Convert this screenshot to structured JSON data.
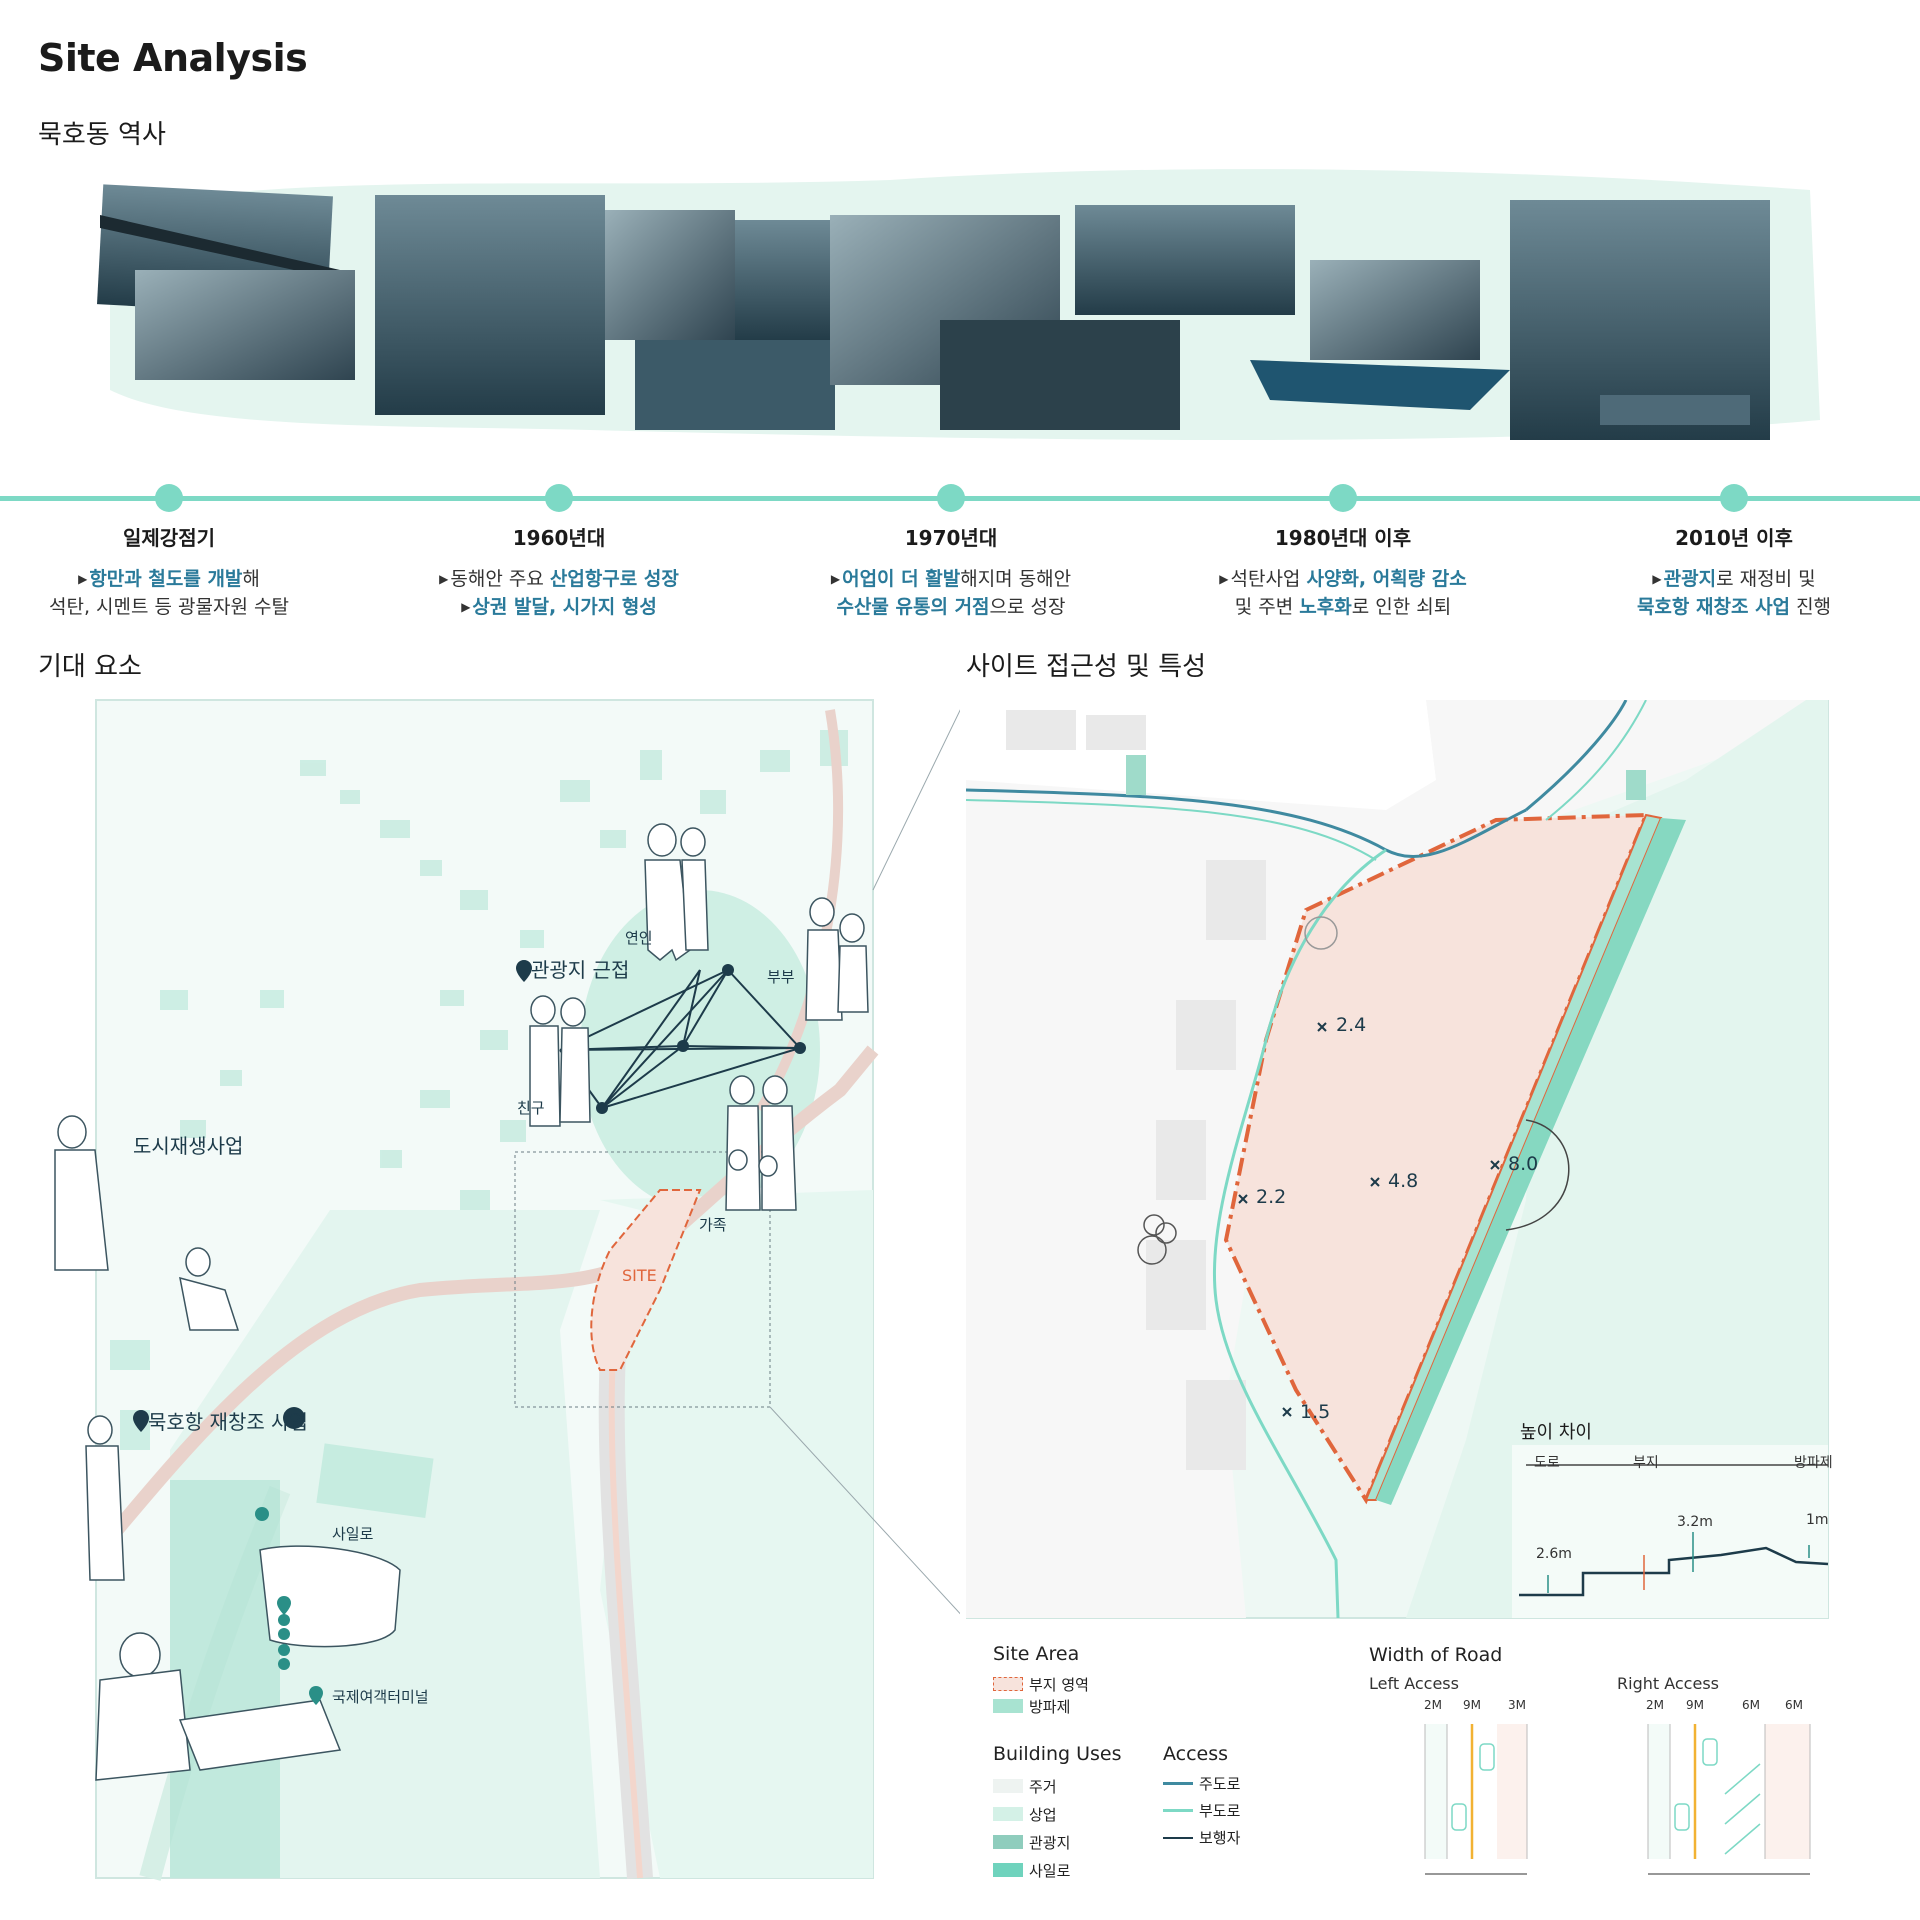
{
  "page": {
    "title": "Site Analysis",
    "history_heading": "묵호동 역사",
    "expect_heading": "기대 요소",
    "access_heading": "사이트 접근성 및 특성"
  },
  "timeline": [
    {
      "title": "일제강점기",
      "lines": [
        [
          {
            "t": "항만과 철도를 ",
            "h": true
          },
          {
            "t": "개발",
            "h": true
          },
          {
            "t": "해",
            "h": false
          }
        ],
        [
          {
            "t": "석탄, 시멘트 등 광물자원 수탈",
            "h": false
          }
        ]
      ]
    },
    {
      "title": "1960년대",
      "lines": [
        [
          {
            "t": "동해안 주요 ",
            "h": false
          },
          {
            "t": "산업항구로 성장",
            "h": true
          }
        ],
        [
          {
            "t": "상권 발달, 시가지 형성",
            "h": true
          }
        ]
      ]
    },
    {
      "title": "1970년대",
      "lines": [
        [
          {
            "t": "어업이 더 활발",
            "h": true
          },
          {
            "t": "해지며 동해안",
            "h": false
          }
        ],
        [
          {
            "t": "수산물 유통의 거점",
            "h": true
          },
          {
            "t": "으로 성장",
            "h": false
          }
        ]
      ]
    },
    {
      "title": "1980년대 이후",
      "lines": [
        [
          {
            "t": "석탄사업 ",
            "h": false
          },
          {
            "t": "사양화, 어획량 감소",
            "h": true
          }
        ],
        [
          {
            "t": "및 주변 ",
            "h": false
          },
          {
            "t": "노후화",
            "h": true
          },
          {
            "t": "로 인한 쇠퇴",
            "h": false
          }
        ]
      ]
    },
    {
      "title": "2010년 이후",
      "lines": [
        [
          {
            "t": "관광지",
            "h": true
          },
          {
            "t": "로 재정비 및",
            "h": false
          }
        ],
        [
          {
            "t": "묵호항 재창조 사업",
            "h": true
          },
          {
            "t": " 진행",
            "h": false
          }
        ]
      ]
    }
  ],
  "left_map": {
    "labels": {
      "tourism": "관광지 근접",
      "urban_regen": "도시재생사업",
      "port_rebuild": "묵호항 재창조 사업",
      "saillo": "사일로",
      "terminal": "국제여객터미널",
      "site": "SITE",
      "lovers": "연인",
      "couple": "부부",
      "friends": "친구",
      "family": "가족"
    }
  },
  "right_map": {
    "spot_heights": [
      "2.4",
      "2.2",
      "4.8",
      "8.0",
      "1.5"
    ],
    "section": {
      "title": "높이 차이",
      "zones": [
        "도로",
        "부지",
        "방파제"
      ],
      "heights": [
        "2.6m",
        "3.2m",
        "1m"
      ]
    }
  },
  "legend": {
    "site_area": {
      "title": "Site Area",
      "items": [
        "부지 영역",
        "방파제"
      ]
    },
    "building_uses": {
      "title": "Building Uses",
      "items": [
        "주거",
        "상업",
        "관광지",
        "사일로"
      ]
    },
    "access": {
      "title": "Access",
      "items": [
        "주도로",
        "부도로",
        "보행자"
      ]
    },
    "road_width": {
      "title": "Width of Road",
      "left": {
        "label": "Left Access",
        "widths": [
          "2M",
          "9M",
          "3M"
        ]
      },
      "right": {
        "label": "Right Access",
        "widths": [
          "2M",
          "9M",
          "6M",
          "6M"
        ]
      }
    }
  },
  "colors": {
    "mint": "#7dd9c5",
    "mint_light": "#d9f4ec",
    "site_fill": "#f7e3dc",
    "site_stroke": "#e0663c",
    "road_blue": "#3f8aa0",
    "dark": "#1d3b4a"
  }
}
